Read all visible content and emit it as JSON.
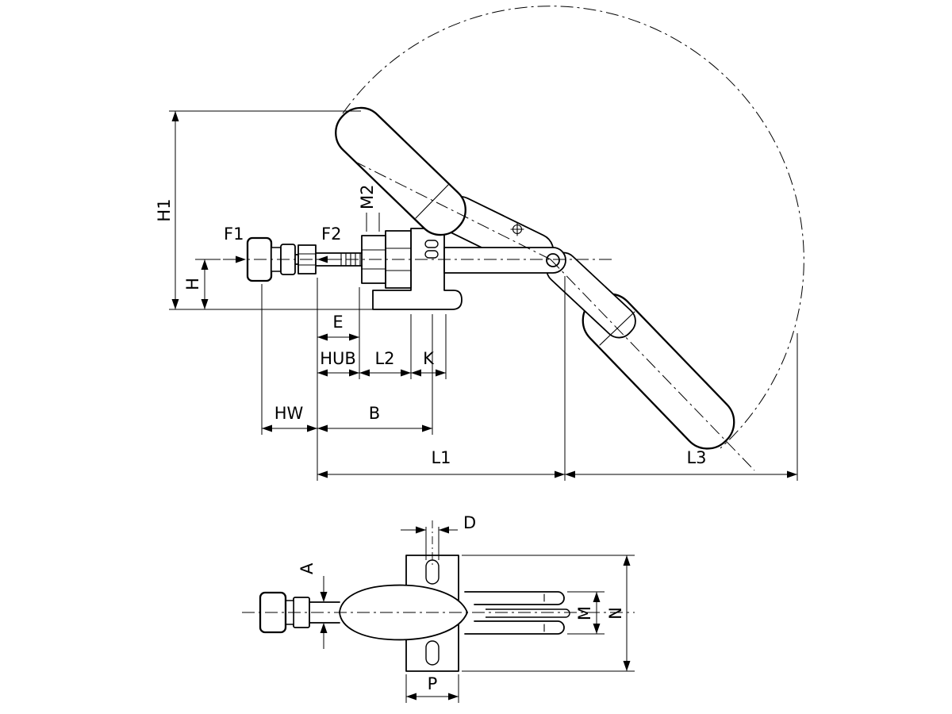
{
  "drawing": {
    "background_color": "#ffffff",
    "line_color": "#000000",
    "side_view": {
      "labels": {
        "h1": "H1",
        "h": "H",
        "f1": "F1",
        "f2": "F2",
        "m2": "M2",
        "e": "E",
        "hub": "HUB",
        "l2": "L2",
        "k": "K",
        "hw": "HW",
        "b": "B",
        "l1": "L1",
        "l3": "L3"
      }
    },
    "top_view": {
      "labels": {
        "d": "D",
        "a": "A",
        "m": "M",
        "n": "N",
        "p": "P"
      }
    }
  }
}
